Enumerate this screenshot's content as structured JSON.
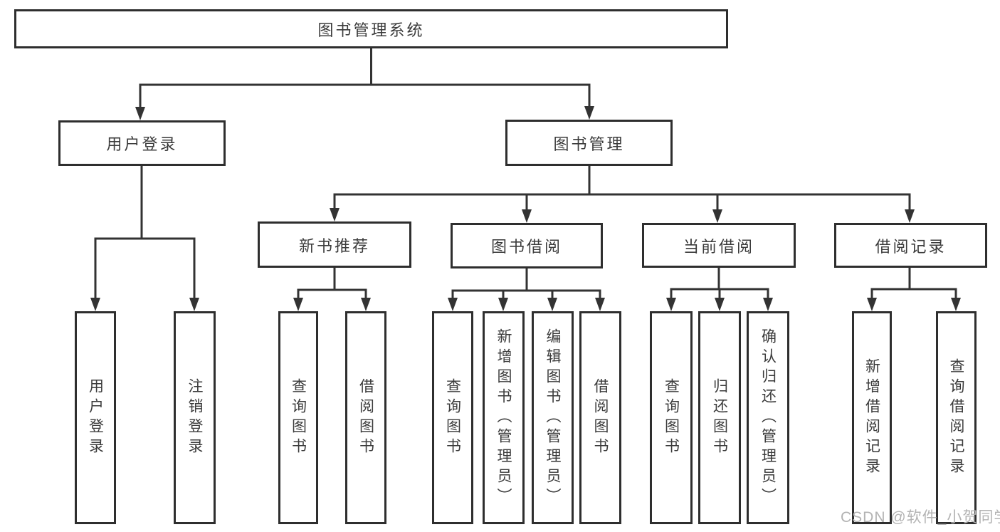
{
  "tree": {
    "root": "图书管理系统",
    "branches": [
      {
        "label": "用户登录",
        "children": [
          "用户登录",
          "注销登录"
        ]
      },
      {
        "label": "图书管理",
        "groups": [
          {
            "label": "新书推荐",
            "children": [
              "查询图书",
              "借阅图书"
            ]
          },
          {
            "label": "图书借阅",
            "children": [
              "查询图书",
              "新增图书（管理员）",
              "编辑图书（管理员）",
              "借阅图书"
            ]
          },
          {
            "label": "当前借阅",
            "children": [
              "查询图书",
              "归还图书",
              "确认归还（管理员）"
            ]
          },
          {
            "label": "借阅记录",
            "children": [
              "新增借阅记录",
              "查询借阅记录"
            ]
          }
        ]
      }
    ]
  },
  "watermark": "CSDN @软件_小贺同学",
  "colors": {
    "line": "#333333",
    "border": "#2e2e2e",
    "text": "#3b3b3b",
    "watermark": "#b3b3b3",
    "background": "#ffffff"
  }
}
